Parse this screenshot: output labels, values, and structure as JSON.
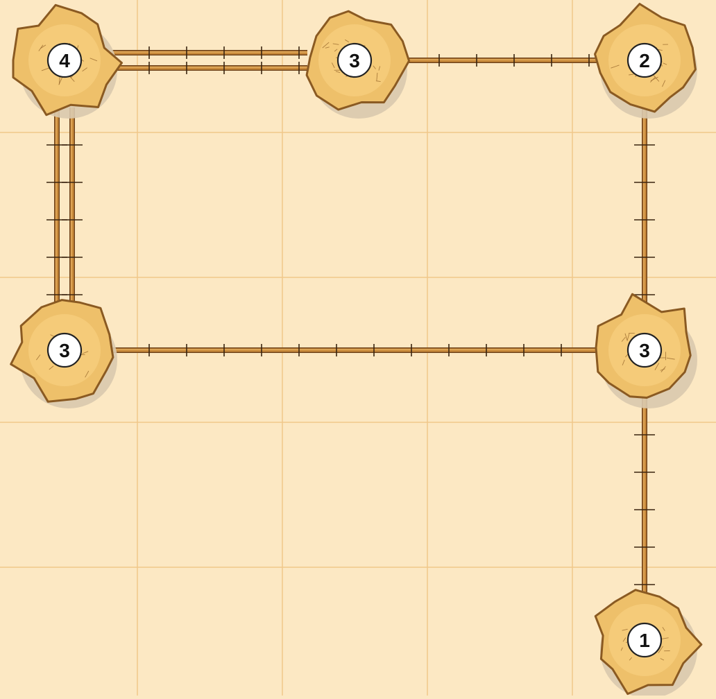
{
  "game": {
    "grid": {
      "cols": 5,
      "rows": 5
    },
    "colors": {
      "background": "#fce8c3",
      "grid_line": "#f0c78a",
      "island_fill": "#eec06a",
      "island_inner": "#f7cf7f",
      "island_stroke": "#8a5a22",
      "island_shadow": "#d9c9ae",
      "bridge_wood": "#c98a3a",
      "bridge_dark": "#6e431b",
      "badge_fill": "#ffffff",
      "badge_stroke": "#222222",
      "number_color": "#111111"
    },
    "islands": [
      {
        "id": "a",
        "col": 0,
        "row": 0,
        "number": "4"
      },
      {
        "id": "b",
        "col": 2,
        "row": 0,
        "number": "3"
      },
      {
        "id": "c",
        "col": 4,
        "row": 0,
        "number": "2"
      },
      {
        "id": "d",
        "col": 0,
        "row": 2,
        "number": "3"
      },
      {
        "id": "e",
        "col": 4,
        "row": 2,
        "number": "3"
      },
      {
        "id": "f",
        "col": 4,
        "row": 4,
        "number": "1"
      }
    ],
    "bridges": [
      {
        "from": "a",
        "to": "b",
        "count": 2
      },
      {
        "from": "a",
        "to": "d",
        "count": 2
      },
      {
        "from": "b",
        "to": "c",
        "count": 1
      },
      {
        "from": "c",
        "to": "e",
        "count": 1
      },
      {
        "from": "d",
        "to": "e",
        "count": 1
      },
      {
        "from": "e",
        "to": "f",
        "count": 1
      }
    ]
  }
}
